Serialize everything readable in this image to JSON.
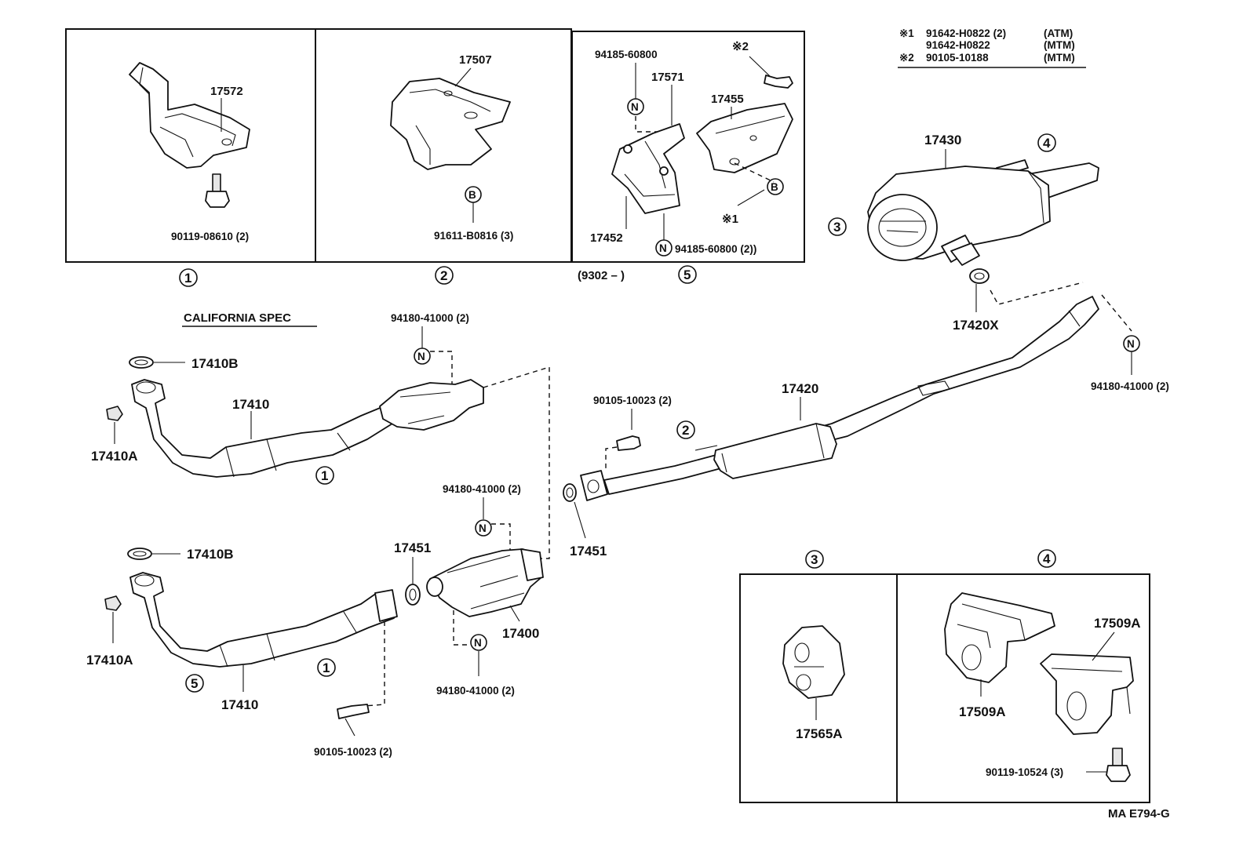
{
  "diagram": {
    "doc_code": "MA  E794-G",
    "notes": {
      "n1_mark": "※1",
      "n1_a_part": "91642-H0822 (2)",
      "n1_a_cond": "(ATM)",
      "n1_b_part": "91642-H0822",
      "n1_b_cond": "(MTM)",
      "n2_mark": "※2",
      "n2_part": "90105-10188",
      "n2_cond": "(MTM)"
    },
    "group1": {
      "num": "1",
      "part": "17572",
      "bolt": "90119-08610 (2)"
    },
    "group2": {
      "num": "2",
      "part": "17507",
      "bolt": "91611-B0816 (3)",
      "marker": "B"
    },
    "group5": {
      "num": "5",
      "date": "(9302 –          )",
      "nut_top": "94185-60800",
      "hanger": "17571",
      "bracket": "17455",
      "clamp": "17452",
      "nut_bottom": "94185-60800 (2))",
      "star2": "※2",
      "star1": "※1",
      "marker_n": "N",
      "marker_b": "B"
    },
    "california": {
      "title": "CALIFORNIA SPEC",
      "gasket": "17410B",
      "pipe": "17410",
      "plug": "17410A",
      "nut": "94180-41000 (2)",
      "circle": "1"
    },
    "lower_pipe": {
      "gasket": "17410B",
      "plug": "17410A",
      "pipe": "17410",
      "circle5": "5",
      "circle1": "1",
      "bolt": "90105-10023 (2)"
    },
    "converter": {
      "part": "17400",
      "gasket_left": "17451",
      "gasket_right": "17451",
      "nut_top": "94180-41000 (2)",
      "nut_bottom": "94180-41000 (2)"
    },
    "center_pipe": {
      "part": "17420",
      "bolt": "90105-10023 (2)",
      "circle": "2",
      "nut": "94180-41000 (2)"
    },
    "muffler": {
      "part": "17430",
      "gasket": "17420X",
      "circle3": "3",
      "circle4": "4"
    },
    "box3": {
      "num": "3",
      "part": "17565A"
    },
    "box4": {
      "num": "4",
      "hanger_a": "17509A",
      "hanger_b": "17509A",
      "bolt": "90119-10524 (3)"
    }
  }
}
